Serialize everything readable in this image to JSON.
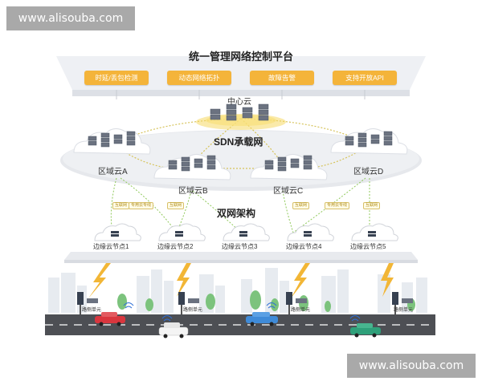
{
  "watermark_top": "www.alisouba.com",
  "watermark_bottom": "www.alisouba.com",
  "platform_title": "统一管理网络控制平台",
  "features": [
    "时延/丢包检测",
    "动态网络拓扑",
    "故障告警",
    "支持开放API"
  ],
  "center_cloud": "中心云",
  "sdn_label": "SDN承载网",
  "regions": [
    "区域云A",
    "区域云B",
    "区域云C",
    "区域云D"
  ],
  "dual_net_label": "双网架构",
  "link_tags": [
    "互联网",
    "专用云专线",
    "互联网",
    "互联网",
    "专用云专线",
    "互联网"
  ],
  "edge_nodes": [
    "边缘云节点1",
    "边缘云节点2",
    "边缘云节点3",
    "边缘云节点4",
    "边缘云节点5"
  ],
  "roadside_unit": "路侧单元",
  "colors": {
    "accent": "#f4b43a",
    "cloud": "#e4e6eb",
    "road": "#4d4f54"
  }
}
